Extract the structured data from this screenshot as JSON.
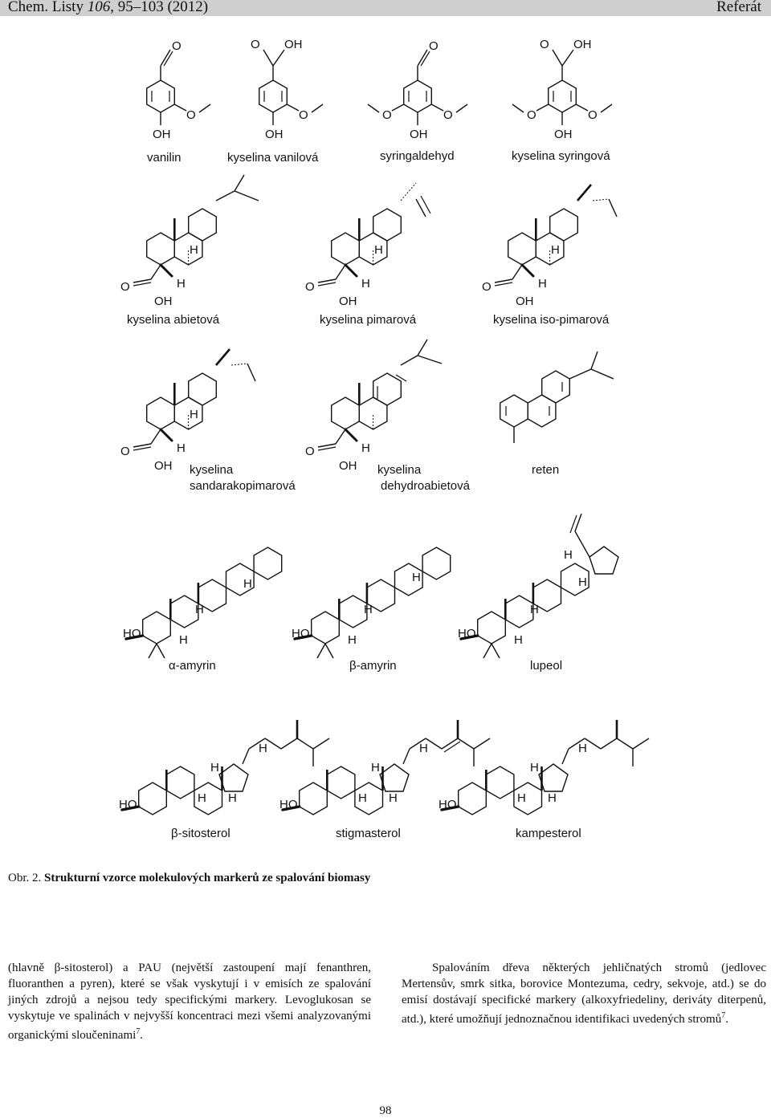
{
  "header": {
    "journal": "Chem. Listy",
    "volume": "106",
    "pages": ", 95–103 (2012)",
    "section": "Referát"
  },
  "compounds": {
    "row1": [
      "vanilin",
      "kyselina vanilová",
      "syringaldehyd",
      "kyselina syringová"
    ],
    "row2": [
      "kyselina abietová",
      "kyselina pimarová",
      "kyselina iso-pimarová"
    ],
    "row3": [
      {
        "line1": "kyselina",
        "line2": "sandarakopimarová"
      },
      {
        "line1": "kyselina",
        "line2": "dehydroabietová"
      },
      {
        "line1": "reten",
        "line2": ""
      }
    ],
    "row4": [
      "α-amyrin",
      "β-amyrin",
      "lupeol"
    ],
    "row5": [
      "β-sitosterol",
      "stigmasterol",
      "kampesterol"
    ]
  },
  "caption": {
    "number": "Obr. 2.",
    "text": "Strukturní vzorce molekulových markerů ze spalování biomasy"
  },
  "body": {
    "left_text": "(hlavně β-sitosterol) a PAU (největší zastoupení mají fenanthren, fluoranthen a pyren), které se však vyskytují i v emisích ze spalování jiných zdrojů a nejsou tedy specifickými markery. Levoglukosan se vyskytuje ve spalinách v nejvyšší koncentraci mezi všemi analyzovanými organickými sloučeninami",
    "left_ref": "7",
    "left_end": ".",
    "right_text": "Spalováním dřeva některých jehličnatých stromů (jedlovec Mertensův, smrk sitka, borovice Montezuma, cedry, sekvoje, atd.) se do emisí dostávají specifické markery (alkoxyfriedeliny, deriváty diterpenů, atd.), které umožňují jednoznačnou identifikaci uvedených stromů",
    "right_ref": "7",
    "right_end": "."
  },
  "page_number": "98"
}
